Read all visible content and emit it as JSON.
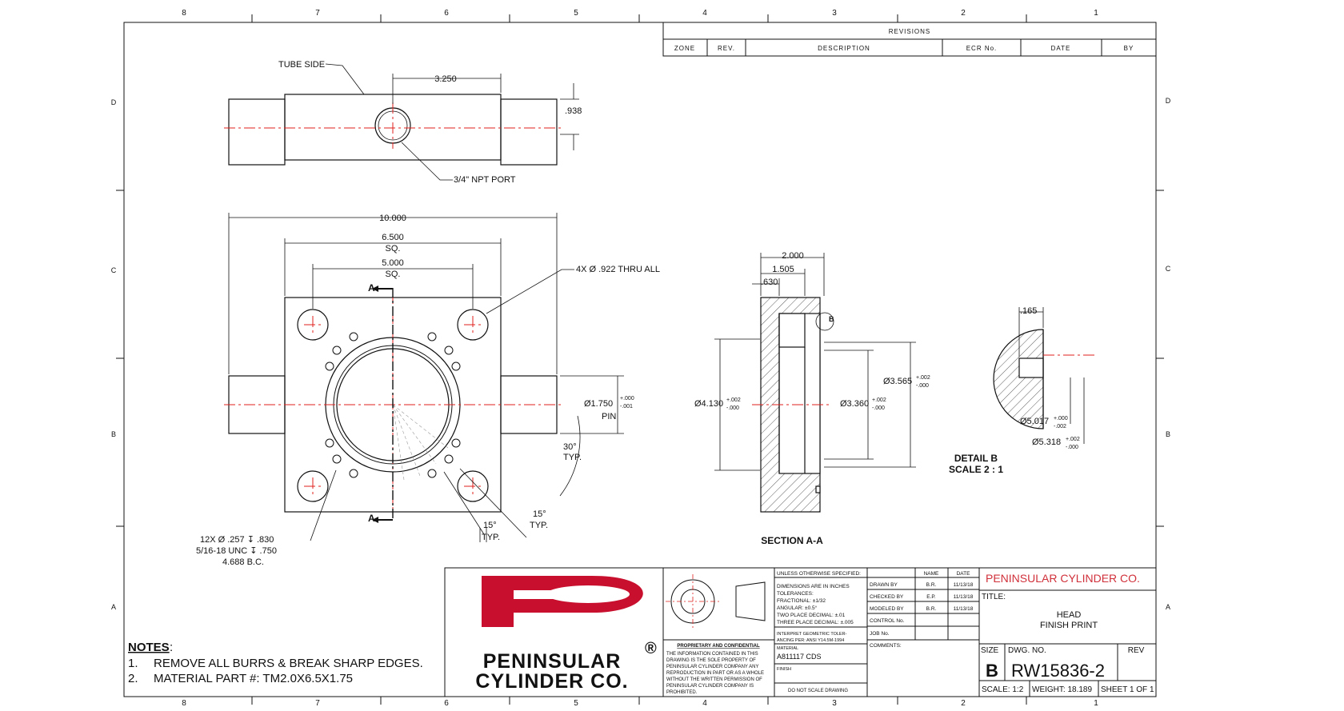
{
  "zones": {
    "top": [
      "8",
      "7",
      "6",
      "5",
      "4",
      "3",
      "2",
      "1"
    ],
    "bottom": [
      "8",
      "7",
      "6",
      "5",
      "4",
      "3",
      "2",
      "1"
    ],
    "left": [
      "D",
      "C",
      "B",
      "A"
    ],
    "right": [
      "D",
      "C",
      "B",
      "A"
    ]
  },
  "revisions": {
    "title": "REVISIONS",
    "headers": [
      "ZONE",
      "REV.",
      "DESCRIPTION",
      "ECR No.",
      "DATE",
      "BY"
    ]
  },
  "top_view": {
    "tube_side": "TUBE SIDE",
    "dim_length": "3.250",
    "dim_diameter": ".938",
    "port": "3/4\" NPT PORT"
  },
  "front_view": {
    "dim_overall": "10.000",
    "dim_sq1": "6.500",
    "dim_sq1_suffix": "SQ.",
    "dim_sq2": "5.000",
    "dim_sq2_suffix": "SQ.",
    "thru_holes": "4X Ø .922 THRU ALL",
    "section_marker": "A",
    "pin_dim": "Ø1.750",
    "pin_tol_upper": "+.000",
    "pin_tol_lower": "-.001",
    "pin_label": "PIN",
    "angle_30": "30°",
    "angle_30_typ": "TYP.",
    "angle_15a": "15°",
    "angle_15a_typ": "TYP.",
    "angle_15b": "15°",
    "angle_15b_typ": "TYP.",
    "callout_line1": "12X Ø .257 ↧ .830",
    "callout_line2": "5/16-18 UNC ↧ .750",
    "callout_line3": "4.688 B.C."
  },
  "section_view": {
    "dim_2000": "2.000",
    "dim_1505": "1.505",
    "dim_630": ".630",
    "detail_marker": "B",
    "dia_4130": "Ø4.130",
    "dia_4130_tol_upper": "+.002",
    "dia_4130_tol_lower": "-.000",
    "dia_3360": "Ø3.360",
    "dia_3360_tol_upper": "+.002",
    "dia_3360_tol_lower": "-.000",
    "dia_3565": "Ø3.565",
    "dia_3565_tol_upper": "+.002",
    "dia_3565_tol_lower": "-.000",
    "label": "SECTION A-A"
  },
  "detail_view": {
    "dim_165": ".165",
    "dia_5017": "Ø5.017",
    "dia_5017_tol_upper": "+.000",
    "dia_5017_tol_lower": "-.002",
    "dia_5318": "Ø5.318",
    "dia_5318_tol_upper": "+.002",
    "dia_5318_tol_lower": "-.000",
    "label_line1": "DETAIL B",
    "label_line2": "SCALE 2 : 1"
  },
  "notes": {
    "heading": "NOTES",
    "colon": ":",
    "items": [
      {
        "num": "1.",
        "text": "REMOVE ALL BURRS & BREAK SHARP EDGES."
      },
      {
        "num": "2.",
        "text": "MATERIAL PART #: TM2.0X6.5X1.75"
      }
    ]
  },
  "title_block": {
    "logo_line1": "PENINSULAR",
    "logo_line2": "CYLINDER CO.",
    "logo_reg": "®",
    "proprietary_heading": "PROPRIETARY AND CONFIDENTIAL",
    "proprietary_text": [
      "THE INFORMATION CONTAINED IN THIS",
      "DRAWING IS THE SOLE PROPERTY OF",
      "PENINSULAR CYLINDER COMPANY ANY",
      "REPRODUCTION IN PART OR AS A WHOLE",
      "WITHOUT THE WRITTEN PERMISSION OF",
      "PENINSULAR CYLINDER COMPANY IS",
      "PROHIBITED."
    ],
    "tol_heading": "UNLESS OTHERWISE SPECIFIED:",
    "tol_lines": [
      "DIMENSIONS ARE IN INCHES",
      "TOLERANCES:",
      "FRACTIONAL: ±1/32",
      "ANGULAR: ±0.5°",
      "TWO PLACE DECIMAL: ±.01",
      "THREE PLACE DECIMAL: ±.005"
    ],
    "gdt_lines": [
      "INTERPRET GEOMETRIC TOLER-",
      "ANCING PER: ANSI Y14.5M-1994"
    ],
    "material_label": "MATERIAL",
    "material_value": "A811117 CDS",
    "finish_label": "FINISH",
    "no_scale": "DO NOT SCALE DRAWING",
    "name_col": "NAME",
    "date_col": "DATE",
    "rows": [
      {
        "label": "DRAWN BY",
        "name": "B.R.",
        "date": "11/13/18"
      },
      {
        "label": "CHECKED BY",
        "name": "E.P.",
        "date": "11/13/18"
      },
      {
        "label": "MODELED BY",
        "name": "B.R.",
        "date": "11/13/18"
      },
      {
        "label": "CONTROL No.",
        "name": "",
        "date": ""
      },
      {
        "label": "JOB No.",
        "name": "",
        "date": ""
      }
    ],
    "comments_label": "COMMENTS:",
    "company": "PENINSULAR CYLINDER CO.",
    "title_label": "TITLE:",
    "title_line1": "HEAD",
    "title_line2": "FINISH PRINT",
    "size_label": "SIZE",
    "size_value": "B",
    "dwg_label": "DWG. NO.",
    "dwg_value": "RW15836-2",
    "rev_label": "REV",
    "scale": "SCALE: 1:2",
    "weight": "WEIGHT: 18.189",
    "sheet": "SHEET 1 OF 1"
  },
  "colors": {
    "line": "#111111",
    "center": "#e0201c",
    "logo_red": "#c8102e",
    "company_red": "#d0303a",
    "hatch": "#333333"
  }
}
